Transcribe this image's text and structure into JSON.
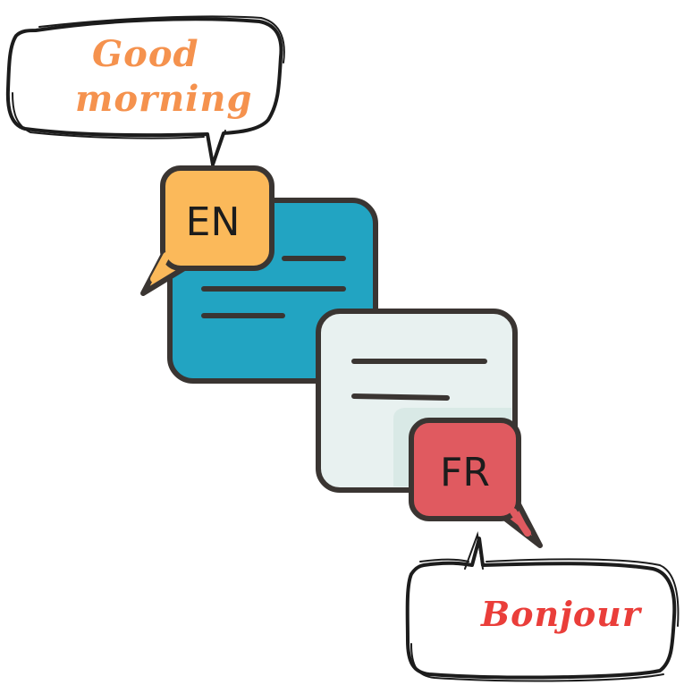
{
  "greetings": {
    "english_line1": "Good",
    "english_line2": "morning",
    "french": "Bonjour"
  },
  "badges": {
    "english_code": "EN",
    "french_code": "FR"
  },
  "colors": {
    "outline": "#3a3532",
    "english_text": "#f5924e",
    "french_text": "#ea3e3a",
    "en_badge": "#fbb95a",
    "fr_badge": "#e05a60",
    "teal_card": "#22a4c2",
    "light_card": "#e8f1f0",
    "light_card_shade": "#d9e9e6"
  },
  "icons": {
    "english_bubble": "speech-bubble-icon",
    "french_bubble": "speech-bubble-icon",
    "en_document": "document-lines-icon",
    "fr_document": "document-lines-icon"
  }
}
